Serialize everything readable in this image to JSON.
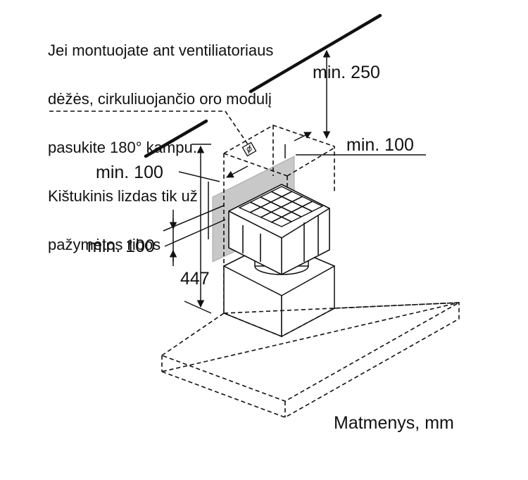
{
  "note": {
    "lines": [
      "Jei montuojate ant ventiliatoriaus",
      "dėžės, cirkuliuojančio oro modulį",
      "pasukite 180° kampu.",
      "Kištukinis lizdas tik už",
      "pažymėtos ribos"
    ]
  },
  "dimensions": {
    "ceiling_clearance": "min. 250",
    "side_clearance_right": "min. 100",
    "side_clearance_left": "min. 100",
    "lower_clearance": "min. 100",
    "height": "447"
  },
  "units_caption": "Matmenys, mm"
}
